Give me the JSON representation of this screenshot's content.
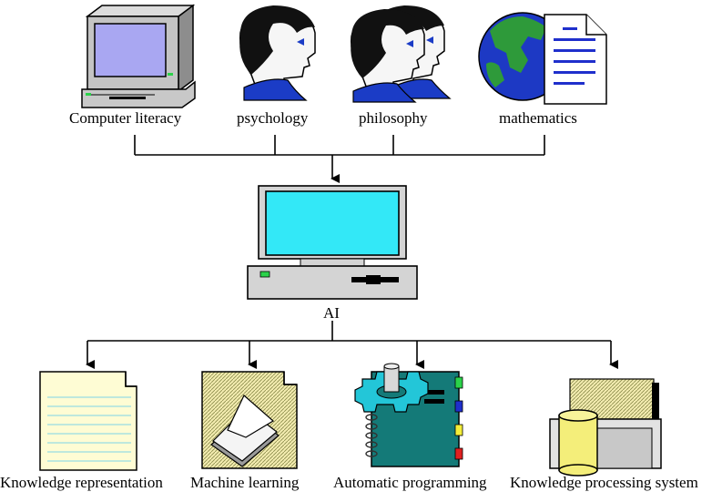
{
  "diagram": {
    "inputs": [
      {
        "label": "Computer literacy",
        "icon": "computer-icon"
      },
      {
        "label": "psychology",
        "icon": "head-profile-icon"
      },
      {
        "label": "philosophy",
        "icon": "two-heads-profile-icon"
      },
      {
        "label": "mathematics",
        "icon": "globe-document-icon"
      }
    ],
    "center": {
      "label": "AI",
      "icon": "ai-computer-icon"
    },
    "outputs": [
      {
        "label": "Knowledge representation",
        "icon": "notepad-icon"
      },
      {
        "label": "Machine learning",
        "icon": "open-book-icon"
      },
      {
        "label": "Automatic programming",
        "icon": "gear-notebook-icon"
      },
      {
        "label": "Knowledge processing system",
        "icon": "database-box-icon"
      }
    ],
    "colors": {
      "screen": "#33e8f7",
      "screen_small": "#a9a7f2",
      "hair": "#111111",
      "collar": "#1b3cc6",
      "globe_ocean": "#1d39c4",
      "globe_land": "#2e9a3a",
      "doc_lines": "#1f2fcc",
      "notepad": "#fefcd4",
      "notepad_lines": "#7fd4e6",
      "gear": "#23c6d8",
      "notebook": "#147a78",
      "cylinder": "#f4ee7a"
    }
  }
}
